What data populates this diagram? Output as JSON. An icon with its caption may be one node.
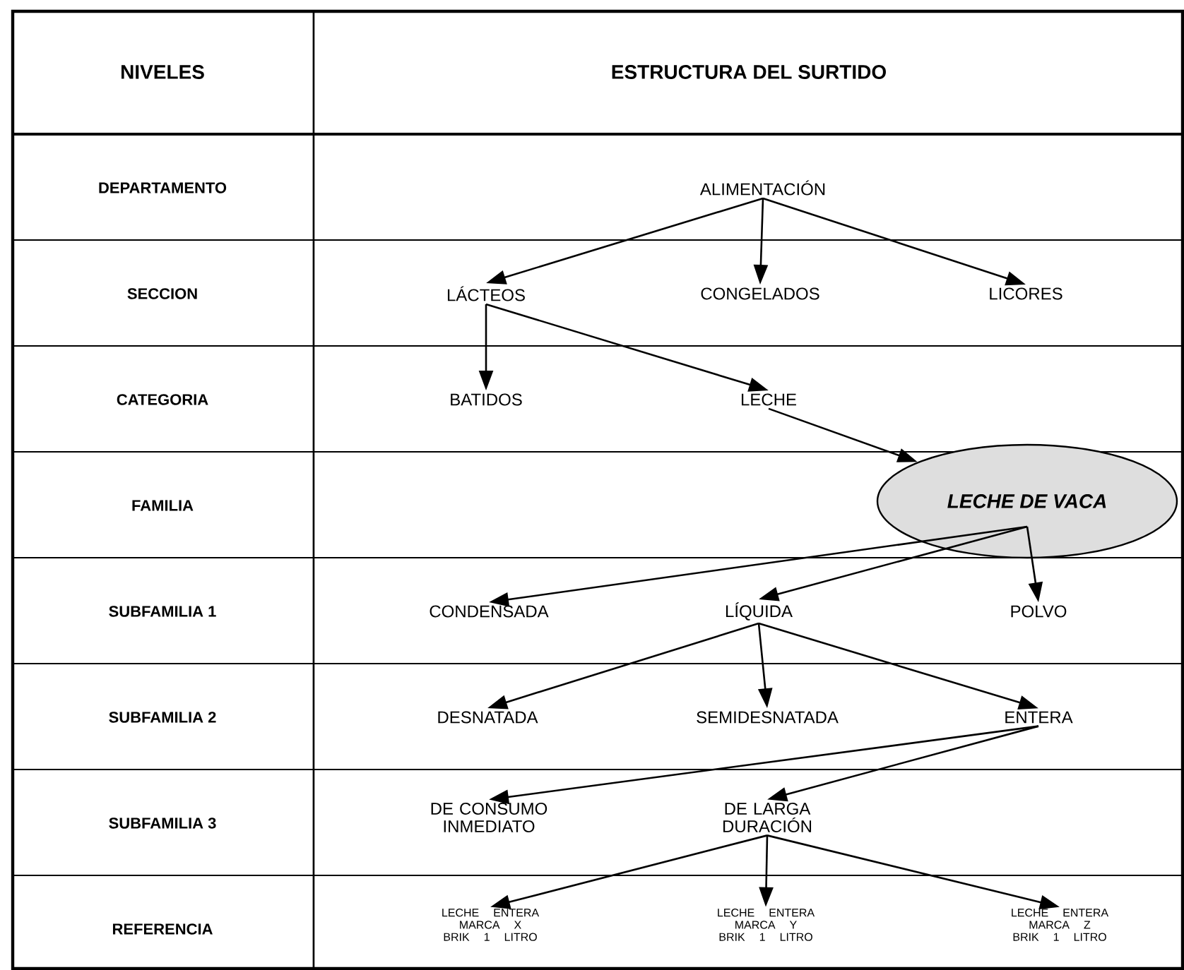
{
  "diagram": {
    "nodes": [
      {
        "text": [
          "ALIMENTACIÓN"
        ]
      },
      {
        "text": [
          "LÁCTEOS"
        ]
      },
      {
        "text": [
          "CONGELADOS"
        ]
      },
      {
        "text": [
          "LICORES"
        ]
      },
      {
        "text": [
          "BATIDOS"
        ]
      },
      {
        "text": [
          "LECHE"
        ]
      },
      {
        "text": [
          "LECHE DE VACA"
        ]
      },
      {
        "text": [
          "CONDENSADA"
        ]
      },
      {
        "text": [
          "LÍQUIDA"
        ]
      },
      {
        "text": [
          "POLVO"
        ]
      },
      {
        "text": [
          "DESNATADA"
        ]
      },
      {
        "text": [
          "SEMIDESNATADA"
        ]
      },
      {
        "text": [
          "ENTERA"
        ]
      },
      {
        "text": [
          "DE CONSUMO INMEDIATO"
        ]
      },
      {
        "text": [
          "DE LARGA DURACIÓN"
        ]
      },
      {
        "text": [
          "LECHE ENTERA MARCA X BRIK 1 LITRO"
        ]
      },
      {
        "text": [
          "LECHE ENTERA MARCA Y BRIK 1 LITRO"
        ]
      },
      {
        "text": [
          "LECHE ENTERA MARCA Z BRIK 1 LITRO"
        ]
      }
    ],
    "edges": [
      {
        "from": 0,
        "to": 1,
        "arrow": "to"
      },
      {
        "from": 0,
        "to": 2,
        "arrow": "to"
      },
      {
        "from": 0,
        "to": 3,
        "arrow": "to"
      },
      {
        "from": 1,
        "to": 4,
        "arrow": "to"
      },
      {
        "from": 1,
        "to": 5,
        "arrow": "to"
      },
      {
        "from": 5,
        "to": 6,
        "arrow": "to"
      },
      {
        "from": 6,
        "to": 7,
        "arrow": "to"
      },
      {
        "from": 6,
        "to": 8,
        "arrow": "to"
      },
      {
        "from": 6,
        "to": 9,
        "arrow": "to"
      },
      {
        "from": 8,
        "to": 10,
        "arrow": "to"
      },
      {
        "from": 8,
        "to": 11,
        "arrow": "to"
      },
      {
        "from": 8,
        "to": 12,
        "arrow": "to"
      },
      {
        "from": 12,
        "to": 13,
        "arrow": "to"
      },
      {
        "from": 12,
        "to": 14,
        "arrow": "to"
      },
      {
        "from": 14,
        "to": 15,
        "arrow": "to"
      },
      {
        "from": 14,
        "to": 16,
        "arrow": "to"
      },
      {
        "from": 14,
        "to": 17,
        "arrow": "to"
      }
    ],
    "labels": [
      "NIVELES",
      "ESTRUCTURA DEL SURTIDO",
      "DEPARTAMENTO",
      "SECCION",
      "CATEGORIA",
      "FAMILIA",
      "SUBFAMILIA 1",
      "SUBFAMILIA 2",
      "SUBFAMILIA 3",
      "REFERENCIA"
    ]
  }
}
